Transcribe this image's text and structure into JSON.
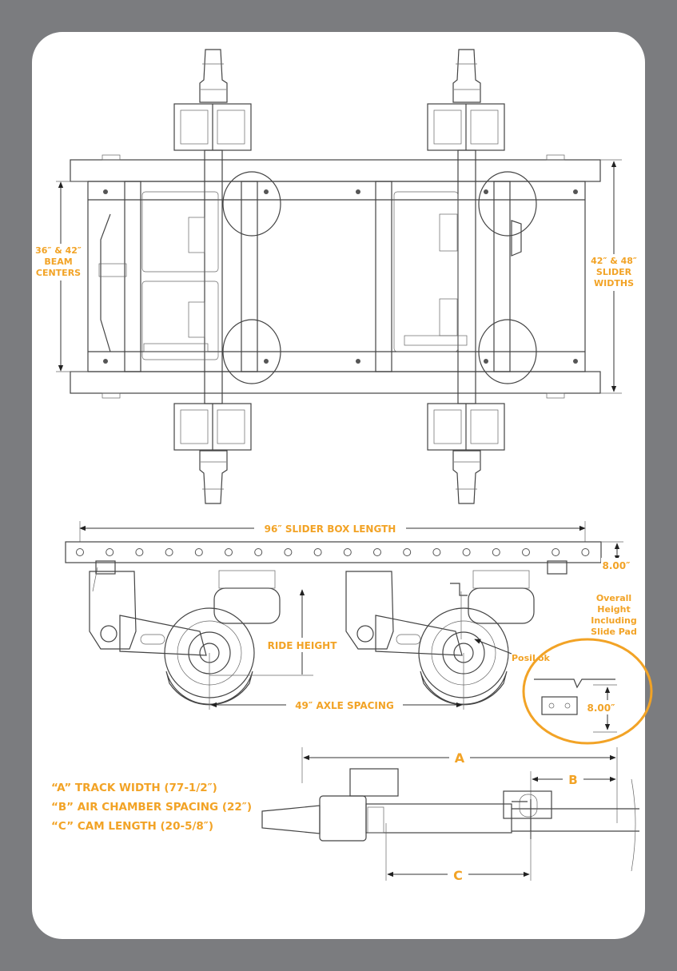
{
  "top_view": {
    "beam_centers": [
      "36″ & 42″",
      "BEAM",
      "CENTERS"
    ],
    "slider_widths": [
      "42″ & 48″",
      "SLIDER",
      "WIDTHS"
    ]
  },
  "side_view": {
    "box_length": "96″ SLIDER BOX LENGTH",
    "height_value": "8.00″",
    "overall_height": [
      "Overall",
      "Height",
      "Including",
      "Slide Pad"
    ],
    "ride_height": "RIDE HEIGHT",
    "posilok": "PosiLok",
    "axle_spacing": "49″ AXLE SPACING",
    "detail_value": "8.00″"
  },
  "axle_view": {
    "dim_a": "A",
    "dim_b": "B",
    "dim_c": "C"
  },
  "legend": [
    "“A” TRACK WIDTH (77-1/2″)",
    "“B” AIR CHAMBER SPACING (22″)",
    "“C” CAM LENGTH (20-5/8″)"
  ],
  "colors": {
    "background": "#7b7c7f",
    "card": "#ffffff",
    "accent": "#f2a326",
    "line": "#444444"
  }
}
